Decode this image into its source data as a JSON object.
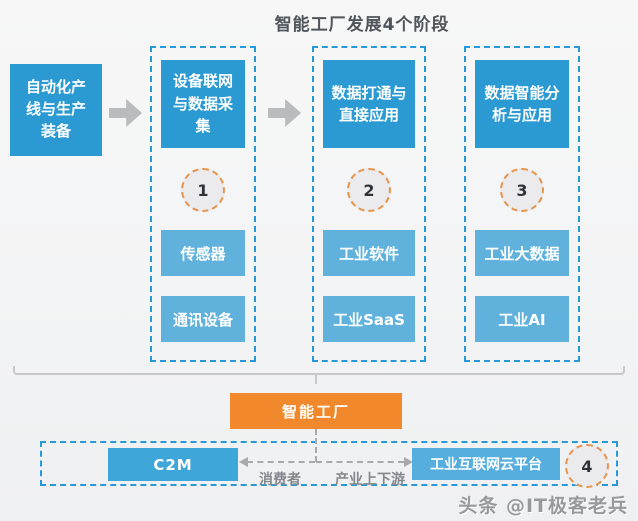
{
  "title": "智能工厂发展4个阶段",
  "stage0": {
    "label": "自动化产线与生产装备"
  },
  "stages": [
    {
      "number": "1",
      "header": "设备联网与数据采集",
      "items": [
        "传感器",
        "通讯设备"
      ]
    },
    {
      "number": "2",
      "header": "数据打通与直接应用",
      "items": [
        "工业软件",
        "工业SaaS"
      ]
    },
    {
      "number": "3",
      "header": "数据智能分析与应用",
      "items": [
        "工业大数据",
        "工业AI"
      ]
    }
  ],
  "bottom": {
    "number": "4",
    "factory_label": "智能工厂",
    "c2m_label": "C2M",
    "cloud_label": "工业互联网云平台",
    "consumer_label": "消费者",
    "industry_label": "产业上下游"
  },
  "watermark": "头条 @IT极客老兵",
  "colors": {
    "primary_blue": "#2b9ad2",
    "light_blue": "#60b2dc",
    "c2m_blue": "#3fa6da",
    "cloud_blue": "#55aedd",
    "dashed_border_blue": "#2699d6",
    "orange": "#f1882b",
    "circle_dash_orange": "#e5954e",
    "arrow_gray": "#b9bbbd",
    "connector_gray": "#a7a9ac"
  }
}
